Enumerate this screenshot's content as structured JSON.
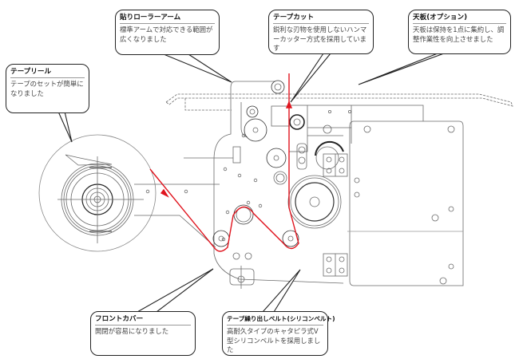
{
  "diagram": {
    "subject": "tape applicator machine front view",
    "colors": {
      "line": "#555555",
      "callout_border": "#222222",
      "tape_path": "#e0141e"
    }
  },
  "callouts": [
    {
      "id": "applying-roller-arm",
      "title": "貼りローラーアーム",
      "body": "標準アームで対応できる範囲が広くなりました"
    },
    {
      "id": "tape-cut",
      "title": "テープカット",
      "body": "鋭利な刃物を使用しないハンマーカッター方式を採用しています"
    },
    {
      "id": "top-plate",
      "title": "天板(オプション)",
      "body": "天板は保持を1点に集約し、調整作業性を向上させました"
    },
    {
      "id": "tape-reel",
      "title": "テープリール",
      "body": "テープのセットが簡単になりました"
    },
    {
      "id": "front-cover",
      "title": "フロントカバー",
      "body": "開閉が容易になりました"
    },
    {
      "id": "tape-feed-belt",
      "title": "テープ繰り出しベルト(シリコンベルト)",
      "body": "高耐久タイプのキャタピラ式V型シリコンベルトを採用しました"
    }
  ]
}
